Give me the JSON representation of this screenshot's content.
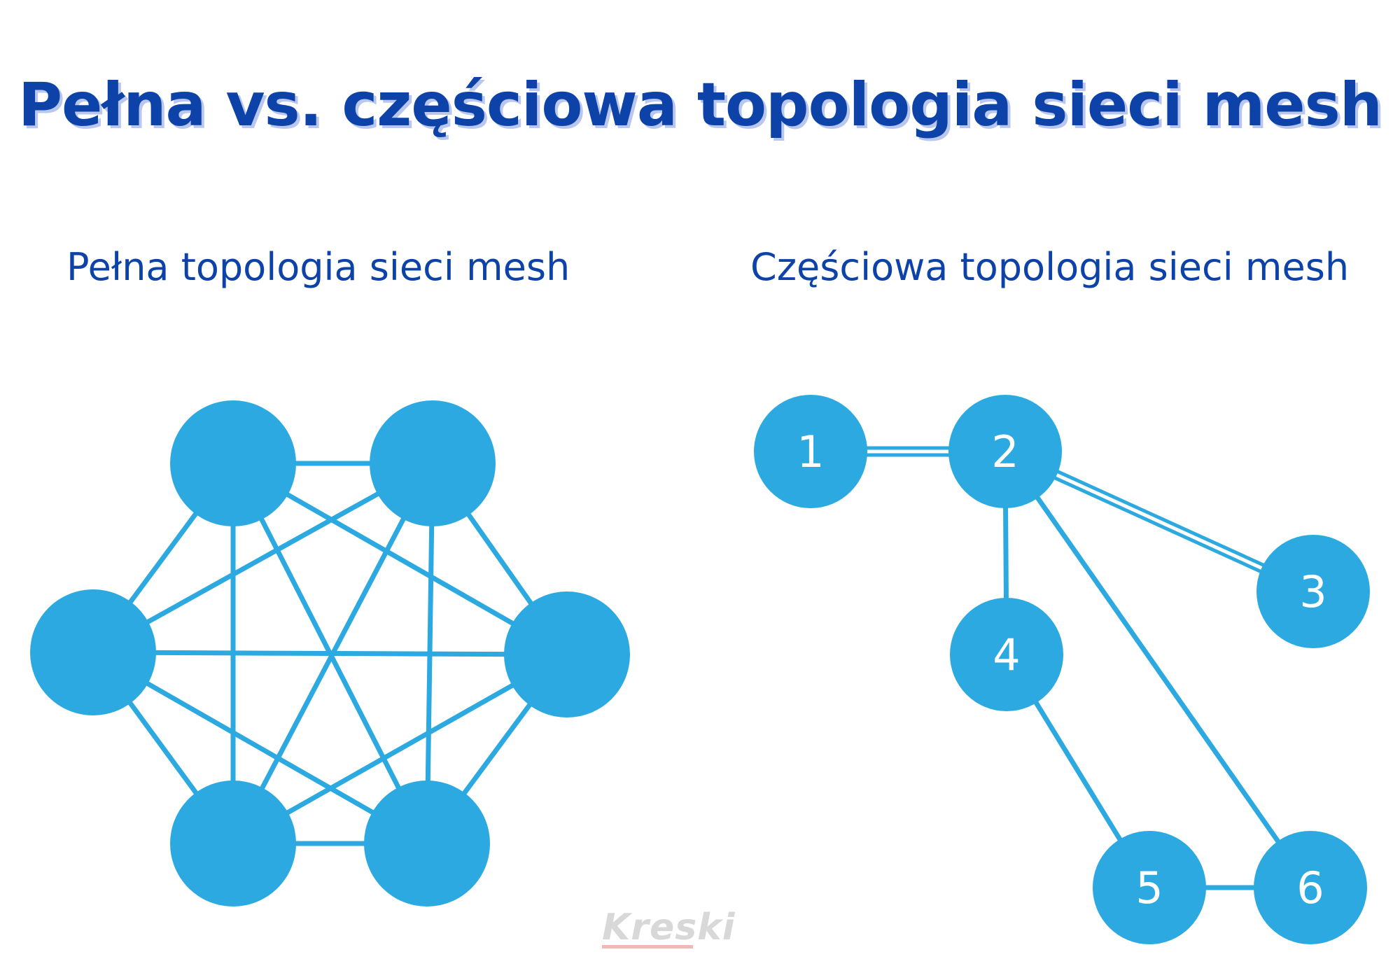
{
  "title": "Pełna vs. częściowa topologia sieci mesh",
  "subtitles": {
    "full": "Pełna topologia sieci mesh",
    "partial": "Częściowa topologia sieci mesh"
  },
  "colors": {
    "node": "#2ba9e0",
    "edge": "#2ba9e0",
    "title": "#0d43a8",
    "title_shadow": "#b9c7ee",
    "node_label": "#ffffff"
  },
  "diagrams": {
    "full_mesh": {
      "node_count": 6,
      "edges": "all pairs connected"
    },
    "partial_mesh": {
      "nodes": [
        {
          "id": "1",
          "label": "1"
        },
        {
          "id": "2",
          "label": "2"
        },
        {
          "id": "3",
          "label": "3"
        },
        {
          "id": "4",
          "label": "4"
        },
        {
          "id": "5",
          "label": "5"
        },
        {
          "id": "6",
          "label": "6"
        }
      ],
      "edges": [
        {
          "from": "1",
          "to": "2",
          "style": "double"
        },
        {
          "from": "2",
          "to": "3",
          "style": "double"
        },
        {
          "from": "2",
          "to": "4",
          "style": "single"
        },
        {
          "from": "2",
          "to": "6",
          "style": "single"
        },
        {
          "from": "4",
          "to": "5",
          "style": "single"
        },
        {
          "from": "5",
          "to": "6",
          "style": "single"
        }
      ]
    }
  },
  "watermark": "Kreski"
}
